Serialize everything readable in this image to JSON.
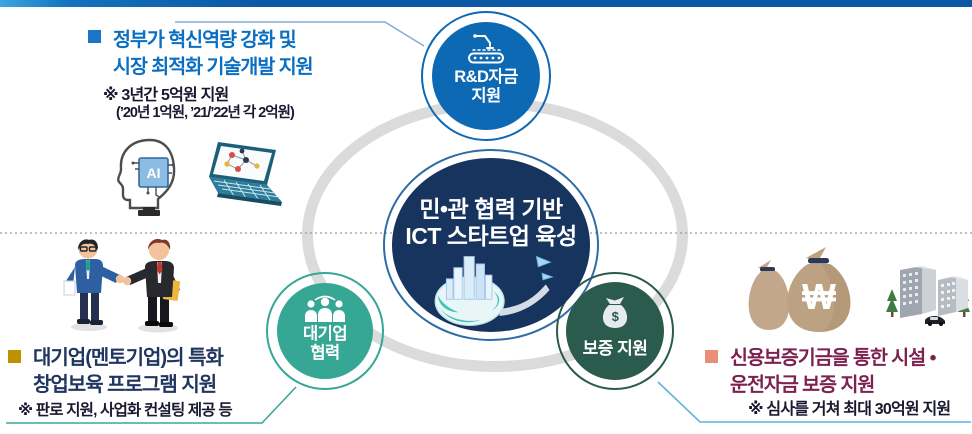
{
  "diagram": {
    "center": {
      "line1": "민•관 협력 기반",
      "line2": "ICT 스타트업 육성",
      "color": "#17345F",
      "icon": "globe-startup-illustration"
    },
    "nodes": {
      "rnd": {
        "line1": "R&D자금",
        "line2": "지원",
        "color": "#0E69B4",
        "icon": "robot-arm-conveyor-icon"
      },
      "corp": {
        "line1": "대기업",
        "line2": "협력",
        "color": "#37A795",
        "icon": "people-group-icon"
      },
      "guarantee": {
        "line1": "보증 지원",
        "color": "#2A5B4D",
        "icon": "money-bag-icon"
      }
    },
    "orbit_ring_color": "#DBDBDB",
    "topbar_colors": [
      "#3BA6E0",
      "#0A57A3"
    ]
  },
  "callouts": {
    "rnd": {
      "title1": "정부가 혁신역량 강화 및",
      "title2": "시장 최적화 기술개발 지원",
      "note1": "※ 3년간  5억원 지원",
      "note2": "(’20년 1억원, ’21/’22년 각 2억원)",
      "title_color": "#0A6FC2",
      "bullet_color": "#1B74C4",
      "icons": [
        "ai-head-icon",
        "laptop-network-icon"
      ]
    },
    "corp": {
      "title1": "대기업(멘토기업)의 특화",
      "title2": "창업보육 프로그램 지원",
      "note1": "※ 판로 지원, 사업화 컨설팅 제공 등",
      "title_color": "#20355F",
      "bullet_color": "#BF9000",
      "icons": [
        "handshake-businessmen-illustration"
      ]
    },
    "guarantee": {
      "title1": "신용보증기금을 통한 시설 •",
      "title2": "운전자금 보증 지원",
      "note1": "※ 심사를 거쳐 최대 30억원 지원",
      "title_color": "#7C2150",
      "bullet_color": "#E98F79",
      "icons": [
        "won-money-bags-icon",
        "office-buildings-icon"
      ]
    }
  },
  "connector_colors": {
    "top_left_line": "#85ADD3",
    "bottom_left_line": "#3AA795",
    "bottom_right_line": "#5FB2DF",
    "dotted_axis": "#9A9A9A"
  }
}
